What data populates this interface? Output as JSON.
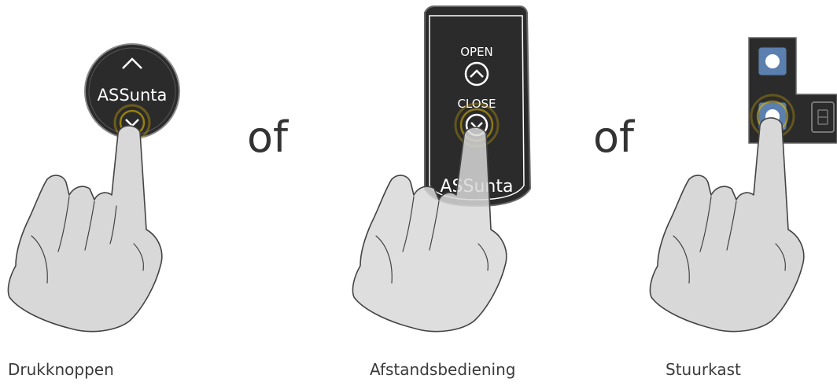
{
  "panels": [
    {
      "caption": "Drukknoppen",
      "logo_text": "ASSunta"
    },
    {
      "caption": "Afstandsbediening",
      "open_label": "OPEN",
      "close_label": "CLOSE",
      "logo_text": "ASSunta"
    },
    {
      "caption": "Stuurkast"
    }
  ],
  "separator": "of",
  "colors": {
    "device": "#2b2b2b",
    "glow": "#e0b800",
    "skin": "#d8d8d8",
    "button_blue": "#5b7fae"
  }
}
